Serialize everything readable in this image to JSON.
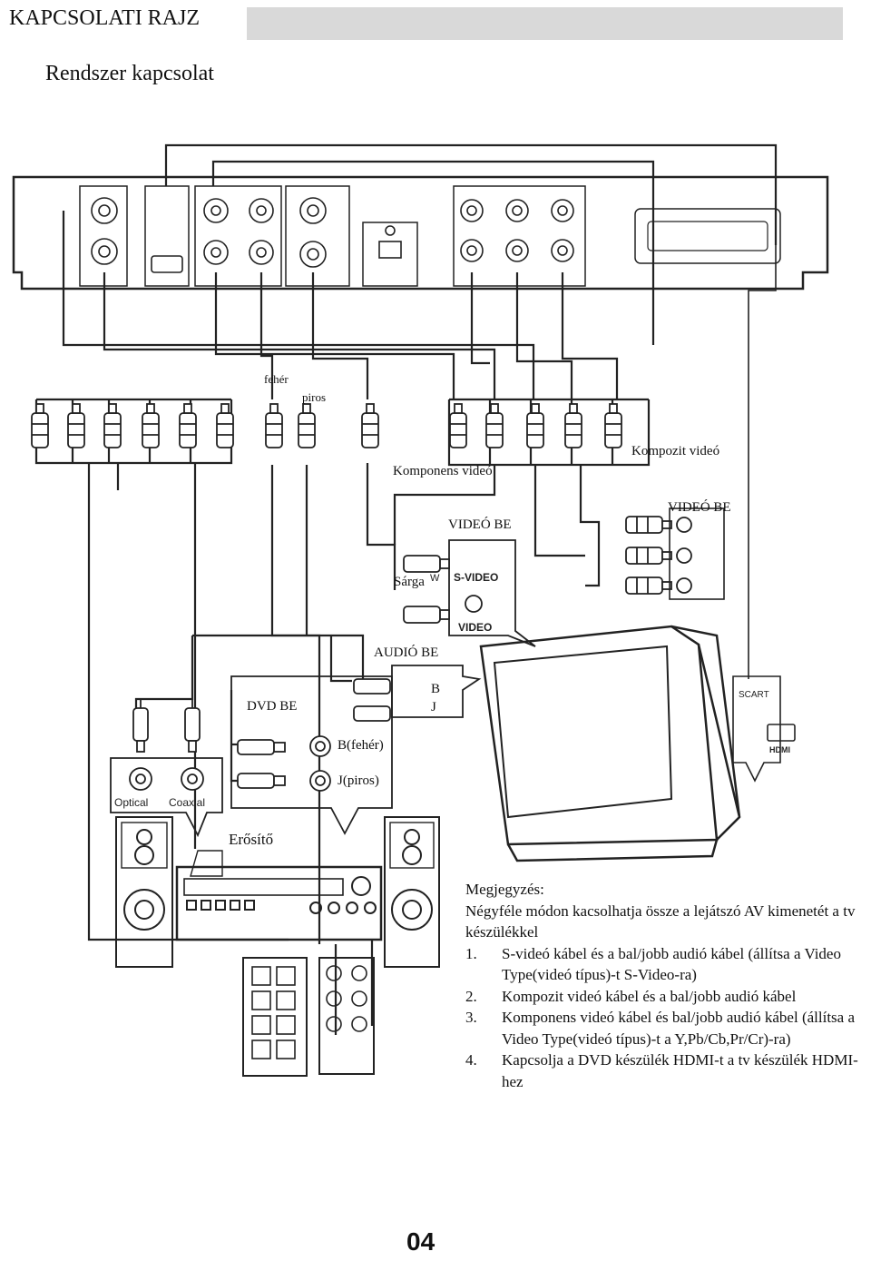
{
  "header": {
    "title": "KAPCSOLATI RAJZ"
  },
  "section_title": "Rendszer kapcsolat",
  "labels": {
    "white": "fehér",
    "red": "piros",
    "component_video": "Komponens videó",
    "composite_video": "Kompozit videó",
    "video_in_right": "VIDEÓ BE",
    "video_in_center": "VIDEÓ BE",
    "yellow": "Sárga",
    "audio_in": "AUDIÓ BE",
    "dvd_in": "DVD BE",
    "b": "B",
    "j": "J",
    "b_white": "B(fehér)",
    "j_red": "J(piros)",
    "amplifier": "Erősítő",
    "optical": "Optical",
    "coaxial": "Coaxial",
    "s_video": "S-VIDEO",
    "video": "VIDEO",
    "scart": "SCART",
    "hdmi": "HDMI",
    "w": "W"
  },
  "notes": {
    "title": "Megjegyzés:",
    "intro": "Négyféle módon kacsolhatja össze a lejátszó AV kimenetét a tv készülékkel",
    "items": [
      {
        "num": "1.",
        "text": "S-videó kábel és a bal/jobb audió kábel (állítsa a Video Type(videó típus)-t S-Video-ra)"
      },
      {
        "num": "2.",
        "text": "Kompozit videó kábel és a bal/jobb audió kábel"
      },
      {
        "num": "3.",
        "text": "Komponens videó kábel és bal/jobb audió kábel (állítsa a Video Type(videó típus)-t a Y,Pb/Cb,Pr/Cr)-ra)"
      },
      {
        "num": "4.",
        "text": "Kapcsolja a DVD készülék HDMI-t a tv készülék HDMI-hez"
      }
    ]
  },
  "page_number": "04"
}
